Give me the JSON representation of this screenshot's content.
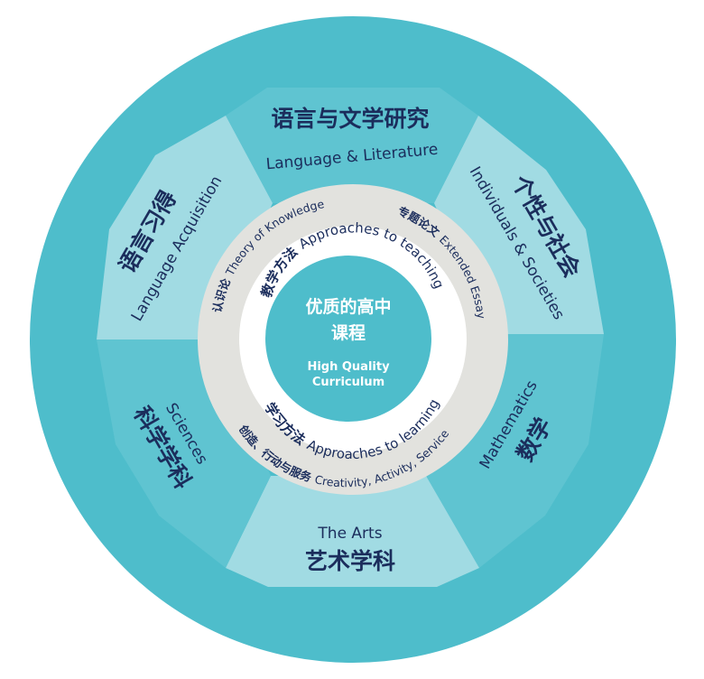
{
  "colors": {
    "outer_ring": "#4ebdcb",
    "panel_dark": "#5fc4d1",
    "panel_light": "#9fdbe3",
    "gray_ring": "#e2e2de",
    "white_ring": "#ffffff",
    "core": "#4ebdcb",
    "text_dark": "#1b2d5c",
    "text_light": "#ffffff"
  },
  "core": {
    "title_zh_line1": "优质的高中",
    "title_zh_line2": "课程",
    "title_en_line1": "High Quality",
    "title_en_line2": "Curriculum"
  },
  "approaches": {
    "teaching_zh": "教学方法",
    "teaching_en": "Approaches to teaching",
    "learning_zh": "学习方法",
    "learning_en": "Approaches to learning"
  },
  "core_components": {
    "tok_zh": "认识论",
    "tok_en": "Theory of Knowledge",
    "ee_zh": "专题论文",
    "ee_en": "Extended Essay",
    "cas_zh": "创造、行动与服务",
    "cas_en": "Creativity, Activity, Service"
  },
  "subjects": [
    {
      "zh": "语言与文学研究",
      "en": "Language & Literature"
    },
    {
      "zh": "个性与社会",
      "en": "Individuals & Societies"
    },
    {
      "zh": "数学",
      "en": "Mathematics"
    },
    {
      "zh": "艺术学科",
      "en": "The Arts"
    },
    {
      "zh": "科学学科",
      "en": "Sciences"
    },
    {
      "zh": "语言习得",
      "en": "Language Acquisition"
    }
  ]
}
